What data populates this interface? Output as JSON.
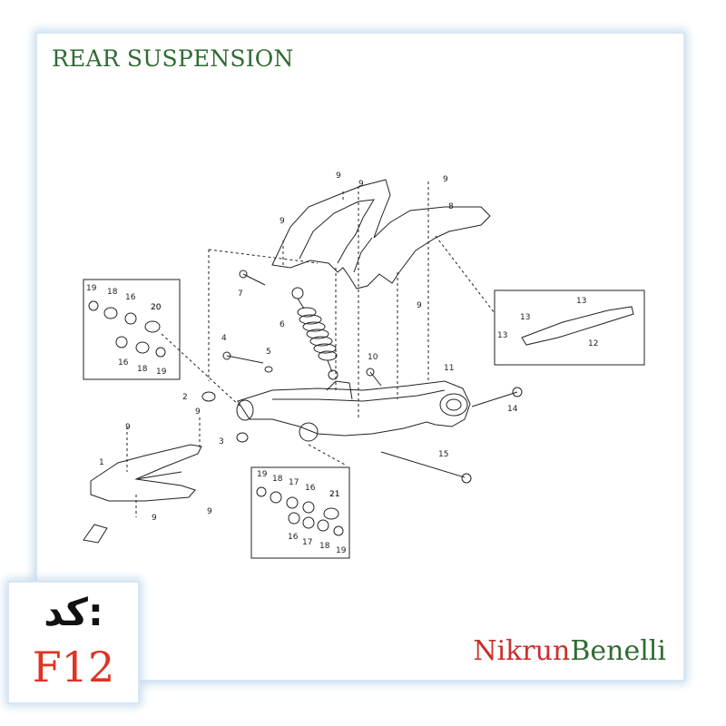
{
  "title": "REAR SUSPENSION",
  "code": {
    "label": "کد:",
    "value": "F12"
  },
  "brand": {
    "part1": "Nikrun",
    "part2": "Benelli"
  },
  "colors": {
    "title": "#2f6b32",
    "code_value": "#e03322",
    "brand_red": "#c9302c",
    "brand_green": "#2f6b32",
    "frame_glow": "#c3d8ec"
  },
  "part_labels": [
    "1",
    "2",
    "3",
    "4",
    "5",
    "6",
    "7",
    "8",
    "9",
    "10",
    "11",
    "12",
    "13",
    "14",
    "15",
    "16",
    "17",
    "18",
    "19",
    "20",
    "21"
  ],
  "callouts": {
    "box_left_top": [
      "19",
      "18",
      "16",
      "20",
      "16",
      "18",
      "19"
    ],
    "box_right": [
      "13",
      "13",
      "13",
      "12"
    ],
    "box_bottom": [
      "19",
      "18",
      "17",
      "16",
      "21",
      "16",
      "17",
      "18",
      "19"
    ]
  },
  "direction_icon": "front-arrow-icon"
}
